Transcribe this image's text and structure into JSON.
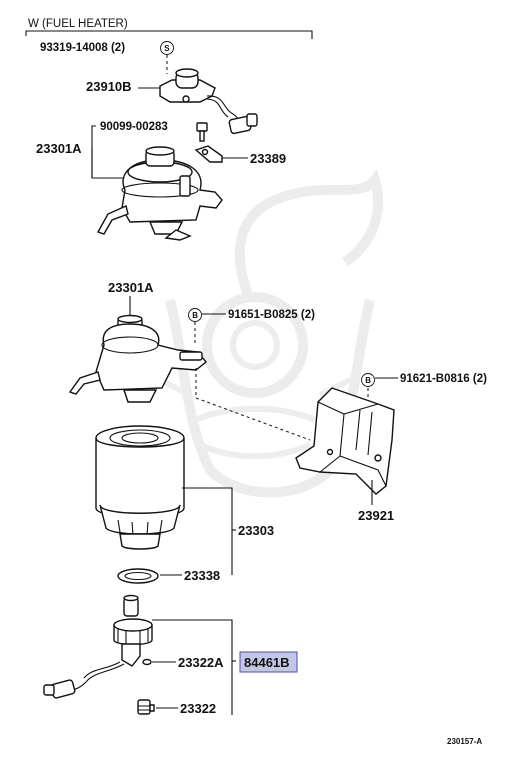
{
  "header": {
    "title": "W (FUEL  HEATER)"
  },
  "fastener_symbols": {
    "screw": "S",
    "bolt": "B"
  },
  "labels": {
    "screw_1": "93319-14008 (2)",
    "sensor_upper": "23910B",
    "bolt_1": "90099-00283",
    "pump_upper": "23301A",
    "bracket_small": "23389",
    "pump_lower": "23301A",
    "bolt_2": "91651-B0825 (2)",
    "bolt_3": "91621-B0816 (2)",
    "filter": "23303",
    "bracket_large": "23921",
    "gasket": "23338",
    "oring": "23322A",
    "highlight": "84461B",
    "sensor_lower": "23322"
  },
  "diagram_code": "230157-A",
  "colors": {
    "highlight_fill": "#c3c7e6",
    "highlight_border": "#4b52a0",
    "line": "#111111"
  },
  "icons": [
    "screw-symbol-icon",
    "bolt-symbol-icon",
    "watermark-emblem"
  ]
}
